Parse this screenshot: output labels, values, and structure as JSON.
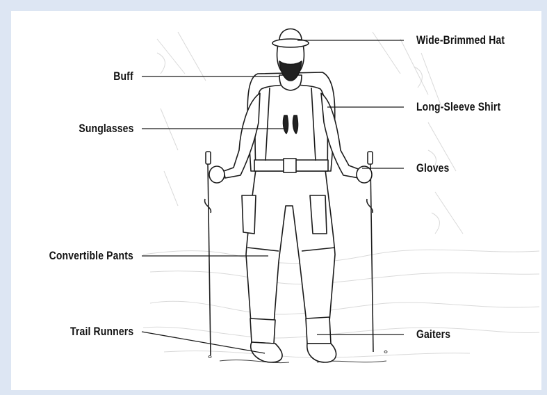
{
  "labels": {
    "hat": "Wide-Brimmed Hat",
    "buff": "Buff",
    "shirt": "Long-Sleeve Shirt",
    "sunglasses": "Sunglasses",
    "gloves": "Gloves",
    "pants": "Convertible Pants",
    "runners": "Trail Runners",
    "gaiters": "Gaiters"
  },
  "colors": {
    "background": "#dde6f3",
    "panel": "#ffffff",
    "ink": "#111111",
    "sketch": "#d8d8d8"
  }
}
